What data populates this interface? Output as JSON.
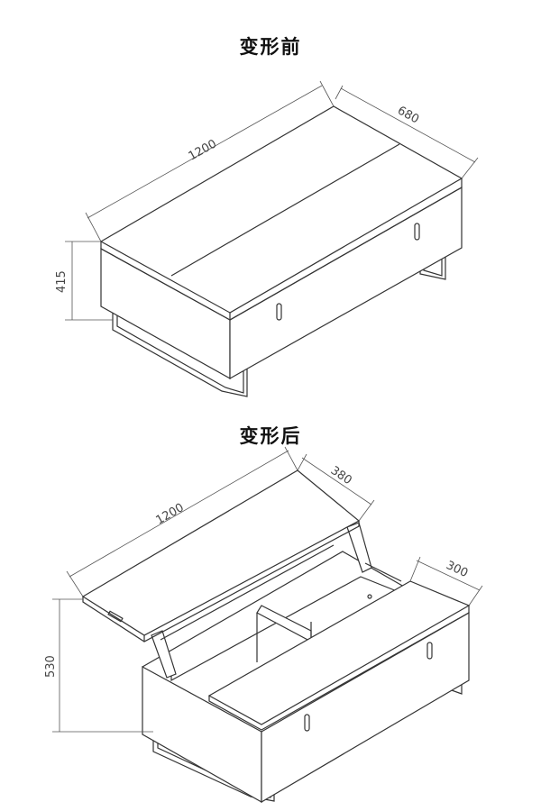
{
  "before": {
    "title": "变形前",
    "dimensions": {
      "length": "1200",
      "depth": "680",
      "height": "415"
    }
  },
  "after": {
    "title": "变形后",
    "dimensions": {
      "length": "1200",
      "lid_depth": "380",
      "fixed_depth": "300",
      "height": "530"
    }
  }
}
